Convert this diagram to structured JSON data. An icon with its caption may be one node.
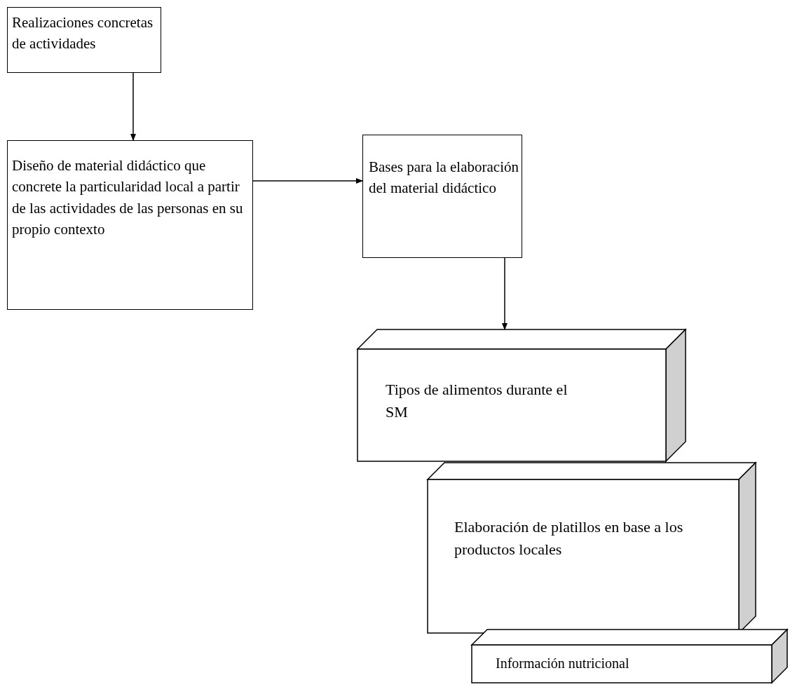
{
  "diagram": {
    "nodes": [
      {
        "text": [
          "Realizaciones concretas de actividades"
        ]
      },
      {
        "text": [
          "Diseño de material didáctico que concrete la particularidad local a partir de las actividades de las personas en su propio contexto"
        ]
      },
      {
        "text": [
          "Bases para la elaboración del material didáctico"
        ]
      },
      {
        "text": [
          "Tipos de alimentos durante el SM"
        ]
      },
      {
        "text": [
          "Elaboración de platillos en base a los productos locales"
        ]
      },
      {
        "text": [
          "Información nutricional"
        ]
      }
    ],
    "edges": [
      {
        "from": 0,
        "to": 1,
        "arrow": "to"
      },
      {
        "from": 1,
        "to": 2,
        "arrow": "to"
      },
      {
        "from": 2,
        "to": 3,
        "arrow": "to"
      }
    ]
  }
}
